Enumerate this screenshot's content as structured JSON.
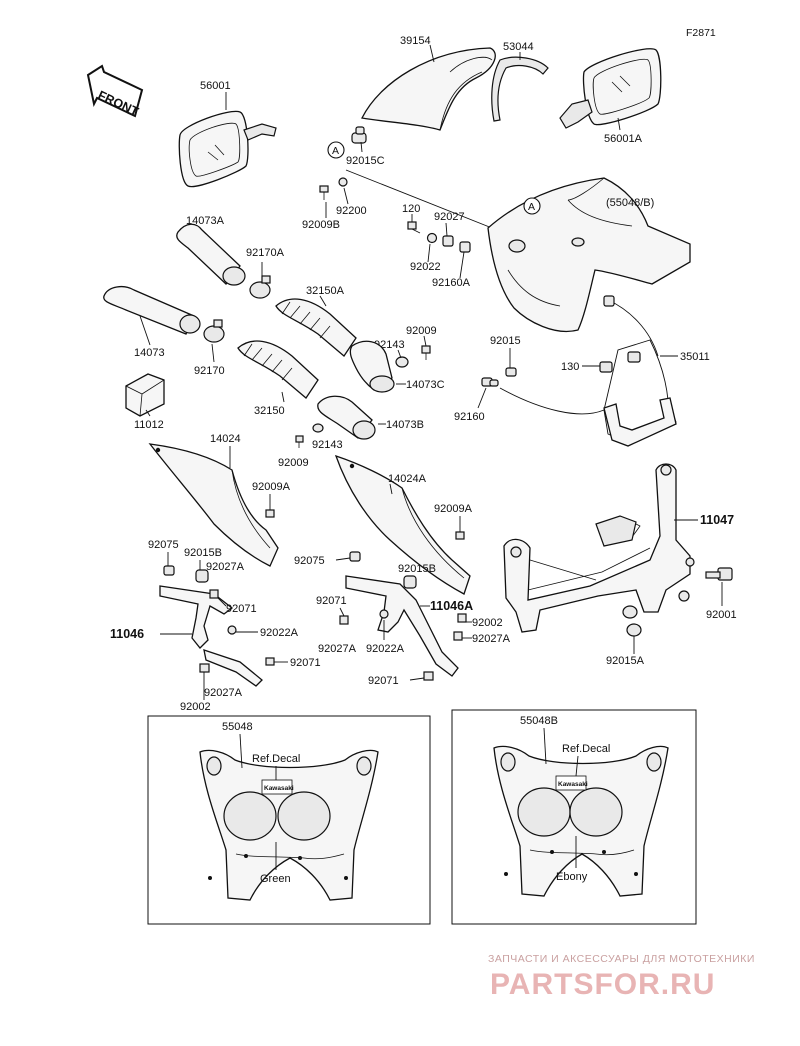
{
  "figure_code": "F2871",
  "front_label": "FRONT",
  "labels": {
    "p39154": "39154",
    "p53044": "53044",
    "p56001": "56001",
    "p56001A": "56001A",
    "p92015C": "92015C",
    "p92009B": "92009B",
    "p92200": "92200",
    "p120": "120",
    "p92027": "92027",
    "p55048B_top": "(55048/B)",
    "p14073A": "14073A",
    "p92170A": "92170A",
    "p32150A": "32150A",
    "p92022": "92022",
    "p92160A": "92160A",
    "p14073": "14073",
    "p92170": "92170",
    "p92143_a": "92143",
    "p92009_a": "92009",
    "p92015": "92015",
    "p130": "130",
    "p35011": "35011",
    "p14073C": "14073C",
    "p32150": "32150",
    "p92160": "92160",
    "p14073B": "14073B",
    "p11012": "11012",
    "p92143_b": "92143",
    "p14024": "14024",
    "p92009_b": "92009",
    "p14024A": "14024A",
    "p92009A_a": "92009A",
    "p92009A_b": "92009A",
    "p11047": "11047",
    "p92075_a": "92075",
    "p92015B_a": "92015B",
    "p92027A_a": "92027A",
    "p92075_b": "92075",
    "p92015B_b": "92015B",
    "p92071_a": "92071",
    "p11046A": "11046A",
    "p92001": "92001",
    "p11046": "11046",
    "p92022A_a": "92022A",
    "p92071_b": "92071",
    "p92002_a": "92002",
    "p92027A_b": "92027A",
    "p92022A_b": "92022A",
    "p92071_c": "92071",
    "p92015A": "92015A",
    "p92027A_c": "92027A",
    "p92002_b": "92002",
    "p92071_d": "92071",
    "p92027A_d": "92027A"
  },
  "insets": {
    "left": {
      "part": "55048",
      "decal": "Ref.Decal",
      "brand": "Kawasaki",
      "color": "Green"
    },
    "right": {
      "part": "55048B",
      "decal": "Ref.Decal",
      "brand": "Kawasaki",
      "color": "Ebony"
    }
  },
  "callout_letter": "A",
  "watermark": {
    "subtitle": "ЗАПЧАСТИ И АКСЕССУАРЫ ДЛЯ МОТОТЕХНИКИ",
    "brand": "PARTSFOR.RU"
  }
}
